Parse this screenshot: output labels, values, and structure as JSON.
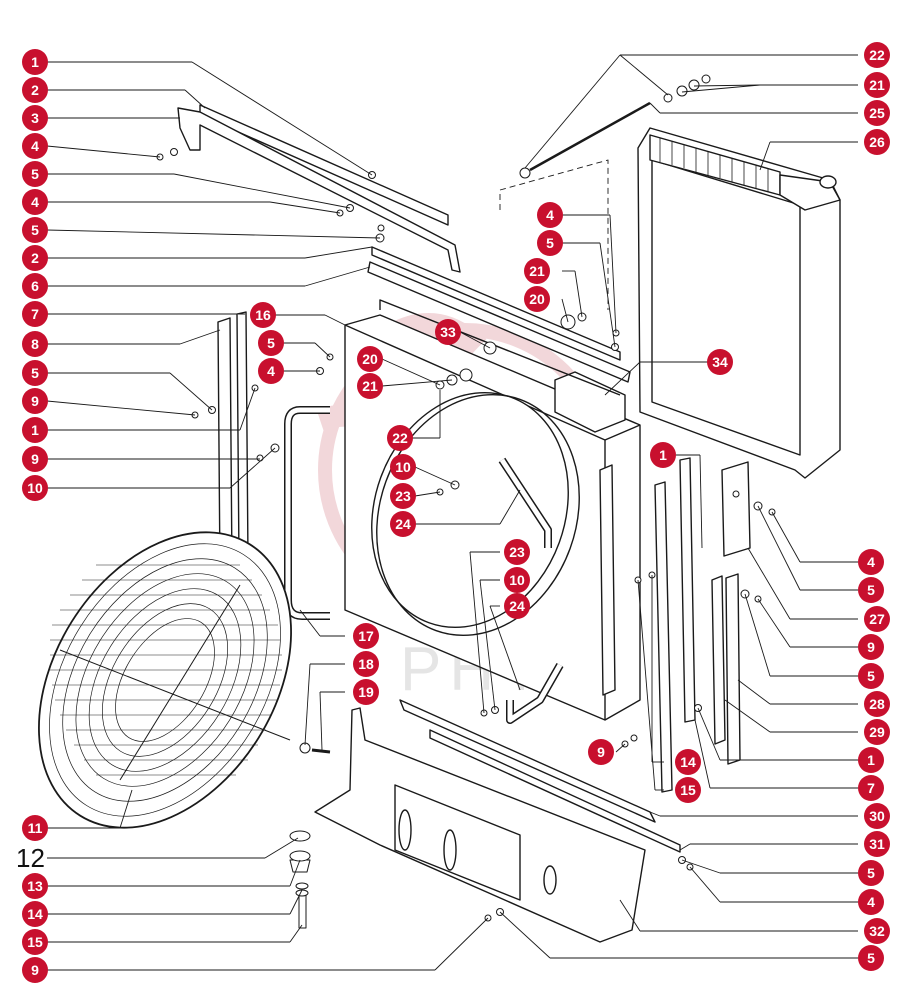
{
  "colors": {
    "callout_fill": "#c8102e",
    "callout_text": "#ffffff",
    "line": "#1a1a1a",
    "watermark": "#e8b7bd"
  },
  "watermark": {
    "text": "PHTEX"
  },
  "plain_label": {
    "text": "12"
  },
  "callouts": [
    {
      "n": "1"
    },
    {
      "n": "2"
    },
    {
      "n": "3"
    },
    {
      "n": "4"
    },
    {
      "n": "5"
    },
    {
      "n": "4"
    },
    {
      "n": "5"
    },
    {
      "n": "2"
    },
    {
      "n": "6"
    },
    {
      "n": "7"
    },
    {
      "n": "8"
    },
    {
      "n": "5"
    },
    {
      "n": "9"
    },
    {
      "n": "1"
    },
    {
      "n": "9"
    },
    {
      "n": "10"
    },
    {
      "n": "11"
    },
    {
      "n": "13"
    },
    {
      "n": "14"
    },
    {
      "n": "15"
    },
    {
      "n": "9"
    },
    {
      "n": "16"
    },
    {
      "n": "5"
    },
    {
      "n": "4"
    },
    {
      "n": "20"
    },
    {
      "n": "21"
    },
    {
      "n": "22"
    },
    {
      "n": "10"
    },
    {
      "n": "23"
    },
    {
      "n": "24"
    },
    {
      "n": "23"
    },
    {
      "n": "10"
    },
    {
      "n": "24"
    },
    {
      "n": "17"
    },
    {
      "n": "18"
    },
    {
      "n": "19"
    },
    {
      "n": "33"
    },
    {
      "n": "4"
    },
    {
      "n": "5"
    },
    {
      "n": "21"
    },
    {
      "n": "20"
    },
    {
      "n": "34"
    },
    {
      "n": "1"
    },
    {
      "n": "9"
    },
    {
      "n": "14"
    },
    {
      "n": "15"
    },
    {
      "n": "22"
    },
    {
      "n": "21"
    },
    {
      "n": "25"
    },
    {
      "n": "26"
    },
    {
      "n": "4"
    },
    {
      "n": "5"
    },
    {
      "n": "27"
    },
    {
      "n": "9"
    },
    {
      "n": "5"
    },
    {
      "n": "28"
    },
    {
      "n": "29"
    },
    {
      "n": "1"
    },
    {
      "n": "7"
    },
    {
      "n": "30"
    },
    {
      "n": "31"
    },
    {
      "n": "5"
    },
    {
      "n": "4"
    },
    {
      "n": "32"
    },
    {
      "n": "5"
    }
  ]
}
